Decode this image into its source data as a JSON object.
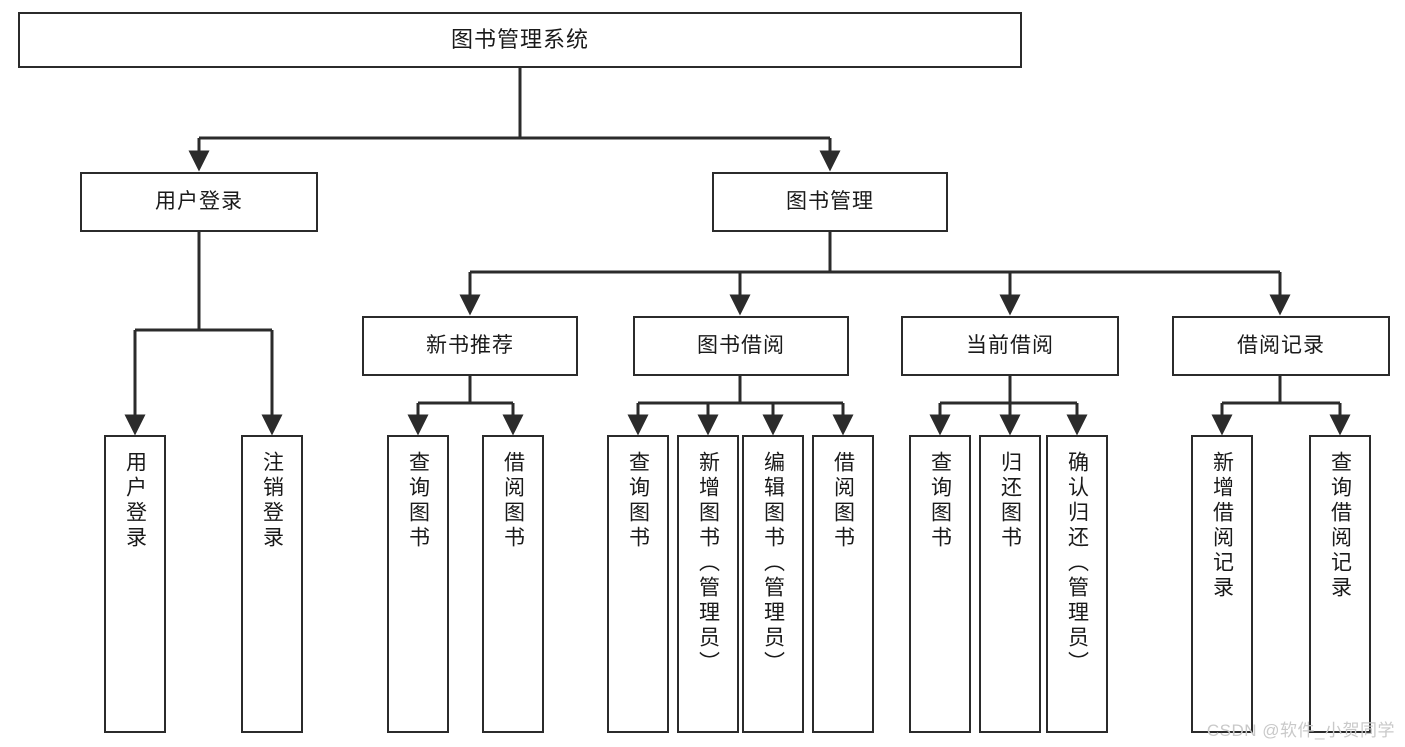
{
  "diagram": {
    "title": "图书管理系统",
    "type": "tree-hierarchy-chart",
    "watermark": "CSDN @软件_小贺同学",
    "colors": {
      "stroke": "#2b2b2b",
      "fill": "#ffffff",
      "text": "#1a1a1a",
      "watermark": "#c9c9c9"
    },
    "root": {
      "label": "图书管理系统"
    },
    "level2": [
      {
        "label": "用户登录"
      },
      {
        "label": "图书管理"
      }
    ],
    "level3": [
      {
        "label": "新书推荐"
      },
      {
        "label": "图书借阅"
      },
      {
        "label": "当前借阅"
      },
      {
        "label": "借阅记录"
      }
    ],
    "leaves": {
      "user_login": [
        {
          "label": "用户登录"
        },
        {
          "label": "注销登录"
        }
      ],
      "new_book_recommend": [
        {
          "label": "查询图书"
        },
        {
          "label": "借阅图书"
        }
      ],
      "book_borrow": [
        {
          "label": "查询图书"
        },
        {
          "label": "新增图书（管理员）"
        },
        {
          "label": "编辑图书（管理员）"
        },
        {
          "label": "借阅图书"
        }
      ],
      "current_borrow": [
        {
          "label": "查询图书"
        },
        {
          "label": "归还图书"
        },
        {
          "label": "确认归还（管理员）"
        }
      ],
      "borrow_record": [
        {
          "label": "新增借阅记录"
        },
        {
          "label": "查询借阅记录"
        }
      ]
    }
  }
}
